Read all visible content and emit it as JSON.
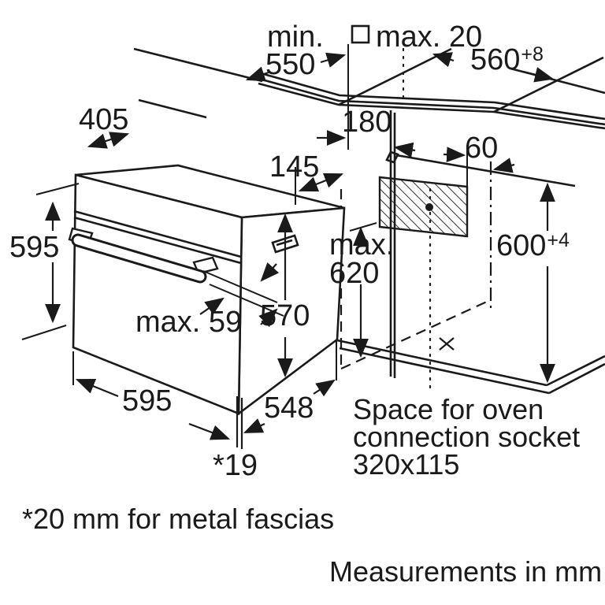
{
  "labels": {
    "min_word": "min.",
    "min_value": "550",
    "max20": "max. 20",
    "niche_width": "560",
    "niche_width_tol": "+8",
    "top_depth": "405",
    "oven_height": "595",
    "d145": "145",
    "d180": "180",
    "d60": "60",
    "max_word": "max.",
    "max_value": "620",
    "niche_height": "600",
    "niche_height_tol": "+4",
    "handle_depth": "max. 59",
    "carcass_height": "570",
    "oven_width": "595",
    "oven_depth": "548",
    "door_overhang": "*19"
  },
  "notes": {
    "socket_line1": "Space for oven",
    "socket_line2": "connection socket",
    "socket_line3": "320x115",
    "fascia_note": "*20 mm for metal fascias",
    "units_note": "Measurements in mm"
  },
  "colors": {
    "ink": "#1a1a1a",
    "background": "#ffffff"
  }
}
